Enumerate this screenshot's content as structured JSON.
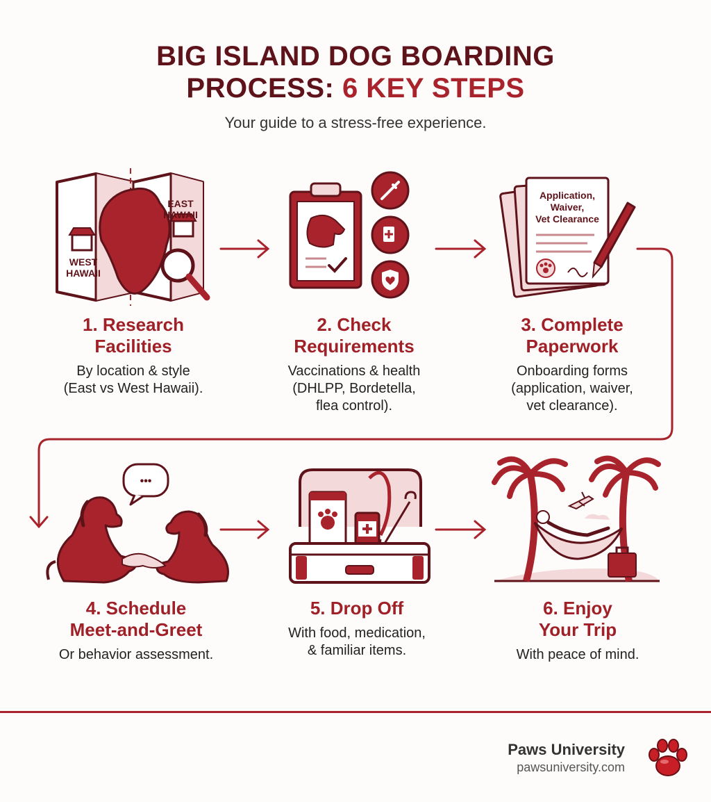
{
  "header": {
    "title_line1": "BIG ISLAND DOG BOARDING",
    "title_line2_a": "PROCESS: ",
    "title_line2_b": "6 KEY STEPS",
    "subtitle": "Your guide to a stress-free experience."
  },
  "illustrations": {
    "map_east_line1": "EAST",
    "map_east_line2": "HAWAII",
    "map_west_line1": "WEST",
    "map_west_line2": "HAWAII",
    "paper_line1": "Application,",
    "paper_line2": "Waiver,",
    "paper_line3": "Vet Clearance",
    "speech_bubble": "•••"
  },
  "steps": [
    {
      "name_line1": "1. Research",
      "name_line2": "Facilities",
      "desc_line1": "By location & style",
      "desc_line2": "(East vs West Hawaii).",
      "icon": "map-search-icon"
    },
    {
      "name_line1": "2. Check",
      "name_line2": "Requirements",
      "desc_line1": "Vaccinations & health",
      "desc_line2": "(DHLPP, Bordetella,",
      "desc_line3": "flea control).",
      "icon": "clipboard-icon"
    },
    {
      "name_line1": "3. Complete",
      "name_line2": "Paperwork",
      "desc_line1": "Onboarding forms",
      "desc_line2": "(application, waiver,",
      "desc_line3": "vet clearance).",
      "icon": "documents-pen-icon"
    },
    {
      "name_line1": "4. Schedule",
      "name_line2": "Meet-and-Greet",
      "desc_line1": "Or behavior assessment.",
      "icon": "dogs-handshake-icon"
    },
    {
      "name": "5. Drop Off",
      "desc_line1": "With food, medication,",
      "desc_line2": "& familiar items.",
      "icon": "suitcase-icon"
    },
    {
      "name_line1": "6. Enjoy",
      "name_line2": "Your Trip",
      "desc_line1": "With peace of mind.",
      "icon": "hammock-icon"
    }
  ],
  "footer": {
    "brand": "Paws University",
    "url": "pawsuniversity.com",
    "logo_icon": "paw-logo-icon"
  },
  "colors": {
    "primary": "#a8232b",
    "dark": "#5e1219",
    "light": "#f4d9da",
    "background": "#fdfcfb"
  }
}
